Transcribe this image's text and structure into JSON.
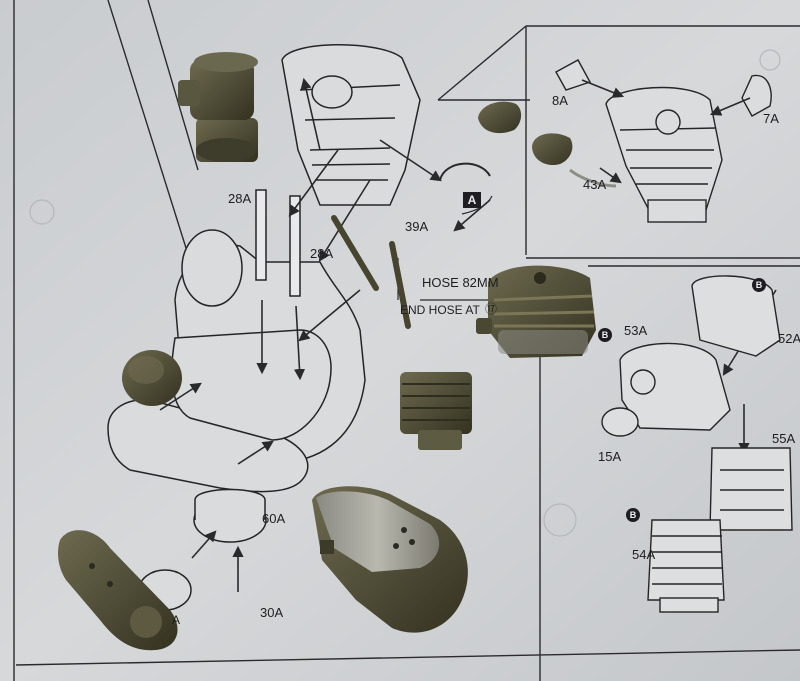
{
  "callouts": {
    "p8a": "8A",
    "p7a": "7A",
    "p43a": "43A",
    "p28a_left": "28A",
    "p28a_right": "28A",
    "p39a": "39A",
    "hose": "HOSE 82MM",
    "end_hose": "END HOSE AT",
    "step_ref": "⑰",
    "p53a": "53A",
    "p52a": "52A",
    "p15a": "15A",
    "p55a": "55A",
    "p54a": "54A",
    "p60a": "60A",
    "p30a": "30A",
    "p_a_trunc": "A"
  },
  "markers": {
    "box_a": "A",
    "circle_b1": "B",
    "circle_b2": "B",
    "circle_b3": "B"
  },
  "colors": {
    "paper": "#cfd2d4",
    "ink": "#1e1e20",
    "olive_part": "#4d4a36",
    "olive_light": "#6b6850"
  }
}
